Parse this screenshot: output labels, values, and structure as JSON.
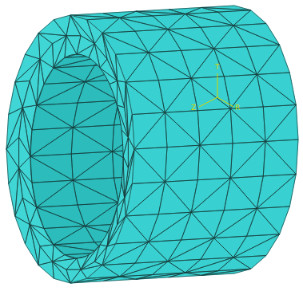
{
  "diagram": {
    "labels": [
      "T",
      "R",
      "Z"
    ]
  }
}
